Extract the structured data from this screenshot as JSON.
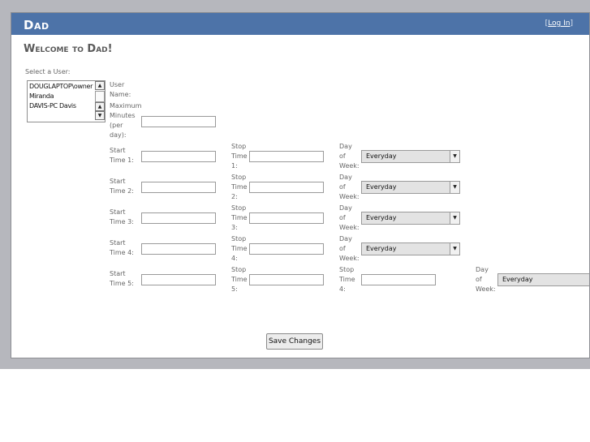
{
  "header": {
    "title": "Dad",
    "login_open": "[",
    "login_link": "Log In",
    "login_close": "]"
  },
  "welcome": "Welcome to Dad!",
  "select_user_label": "Select a User:",
  "users": [
    "DOUGLAPTOP\\owner",
    "Miranda",
    "DAVIS-PC Davis"
  ],
  "labels": {
    "user_name": [
      "User",
      "Name:"
    ],
    "max_minutes": [
      "Maximum",
      "Minutes",
      "(per",
      "day):"
    ],
    "start1": [
      "Start",
      "Time 1:"
    ],
    "start2": [
      "Start",
      "Time 2:"
    ],
    "start3": [
      "Start",
      "Time 3:"
    ],
    "start4": [
      "Start",
      "Time 4:"
    ],
    "start5": [
      "Start",
      "Time 5:"
    ],
    "stop1": [
      "Stop",
      "Time",
      "1:"
    ],
    "stop2": [
      "Stop",
      "Time",
      "2:"
    ],
    "stop3": [
      "Stop",
      "Time",
      "3:"
    ],
    "stop4": [
      "Stop",
      "Time",
      "4:"
    ],
    "stop5": [
      "Stop",
      "Time",
      "5:"
    ],
    "stop5b": [
      "Stop",
      "Time",
      "4:"
    ],
    "dow": [
      "Day",
      "of",
      "Week:"
    ]
  },
  "inputs": {
    "max_minutes": "",
    "start": [
      "",
      "",
      "",
      "",
      ""
    ],
    "stop": [
      "",
      "",
      "",
      "",
      "",
      ""
    ]
  },
  "day_options": {
    "selected": "Everyday"
  },
  "save_label": "Save Changes",
  "colors": {
    "header": "#4d73a8",
    "page_bg": "#b6b7bd"
  }
}
